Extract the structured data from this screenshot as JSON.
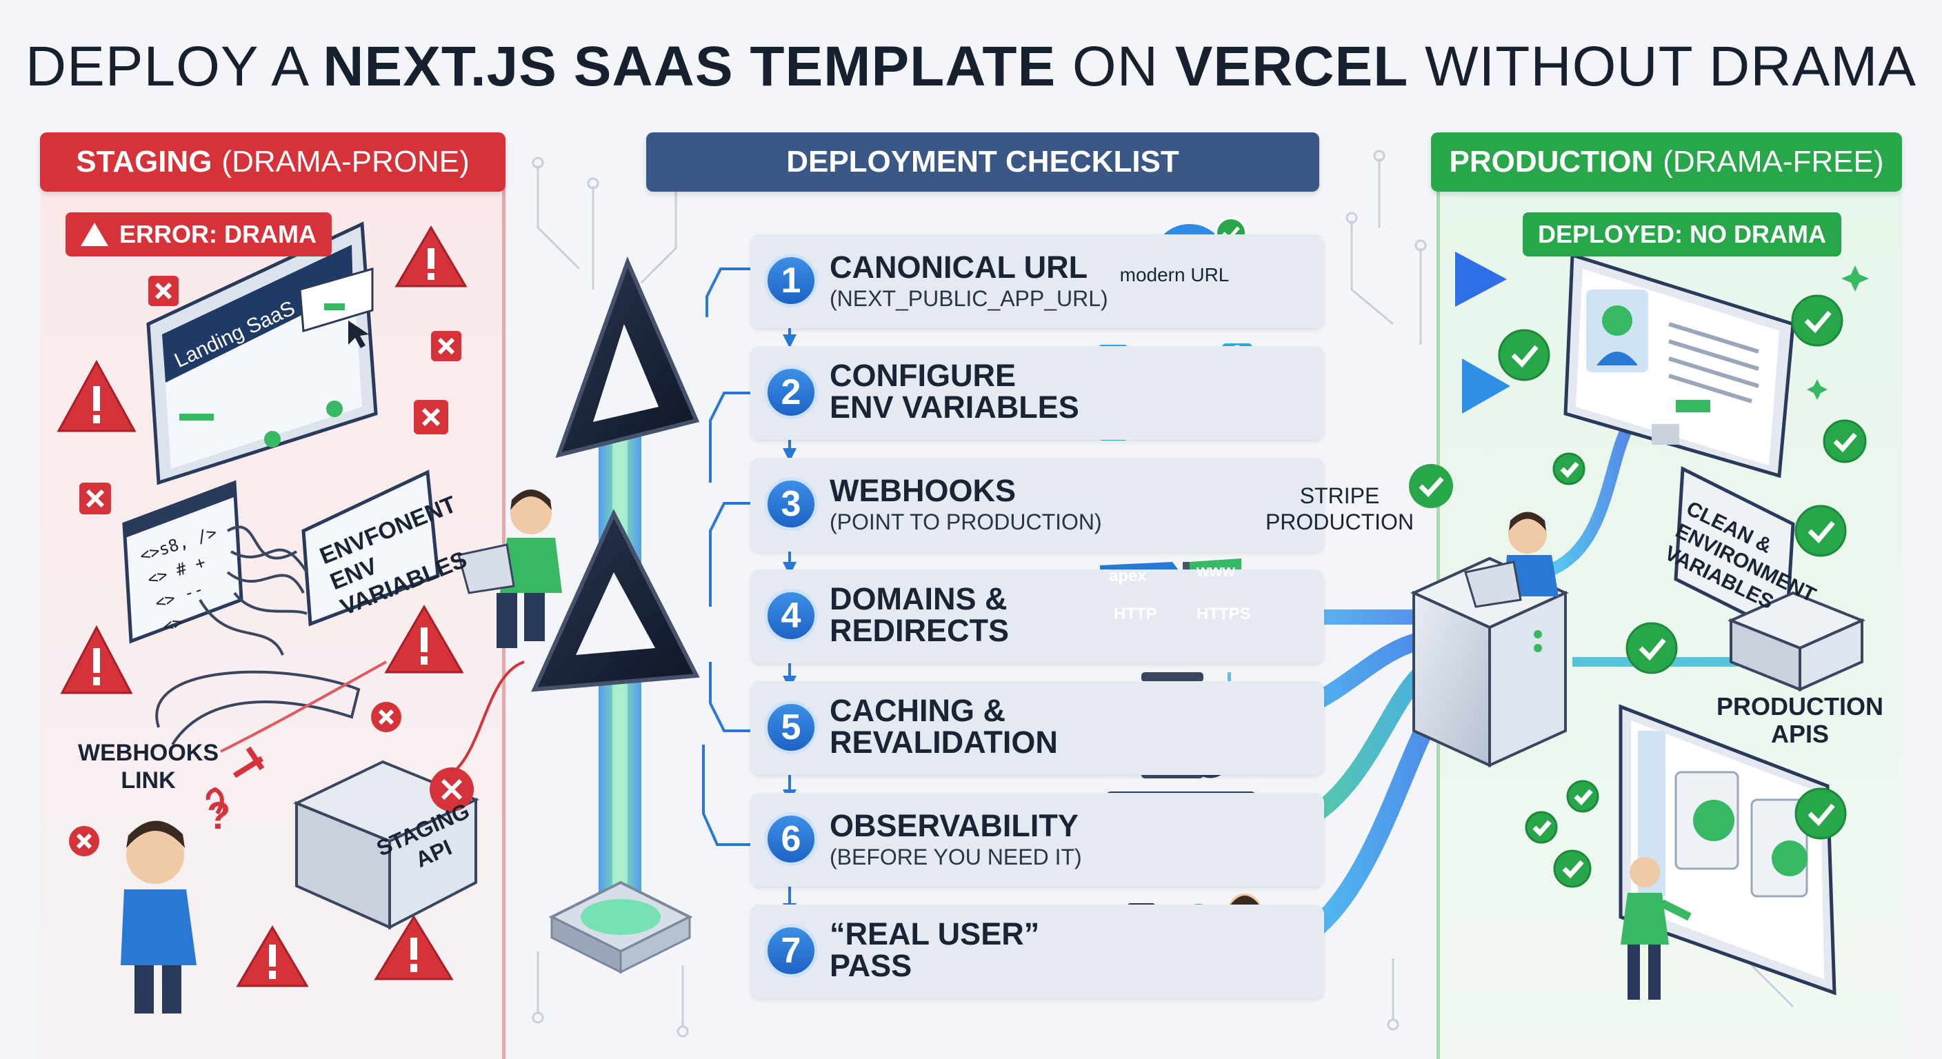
{
  "title": {
    "part1": "DEPLOY A ",
    "part2": "NEXT.JS SAAS TEMPLATE",
    "part3": " ON ",
    "part4": "VERCEL",
    "part5": " WITHOUT DRAMA"
  },
  "staging": {
    "header_bold": "STAGING",
    "header_rest": "(DRAMA-PRONE)",
    "error_badge": "ERROR: DRAMA",
    "screen_text": "Landing SaaS",
    "code_text": "<>s8, />\n<> # +\n<> -- \n<>",
    "env_note": "ENVFONENT\nENV\nVARIABLES",
    "webhooks_label": "WEBHOOKS\nLINK",
    "api_label": "STAGING\nAPI",
    "question": "?"
  },
  "checklist": {
    "header": "DEPLOYMENT CHECKLIST",
    "steps": [
      {
        "num": "1",
        "title": "CANONICAL URL",
        "sub": "(NEXT_PUBLIC_APP_URL)"
      },
      {
        "num": "2",
        "title": "CONFIGURE\nENV VARIABLES",
        "sub": ""
      },
      {
        "num": "3",
        "title": "WEBHOOKS",
        "sub": "(POINT TO PRODUCTION)"
      },
      {
        "num": "4",
        "title": "DOMAINS &\nREDIRECTS",
        "sub": ""
      },
      {
        "num": "5",
        "title": "CACHING &\nREVALIDATION",
        "sub": ""
      },
      {
        "num": "6",
        "title": "OBSERVABILITY",
        "sub": "(BEFORE YOU NEED IT)"
      },
      {
        "num": "7",
        "title": "“REAL USER”\nPASS",
        "sub": ""
      }
    ],
    "url_pill": "modern URL",
    "stripe_label": "STRIPE\nPRODUCTION",
    "sign_apex": "apex",
    "sign_www": "www",
    "sign_http": "HTTP",
    "sign_https": "HTTPS"
  },
  "production": {
    "header_bold": "PRODUCTION",
    "header_rest": "(DRAMA-FREE)",
    "deployed_badge": "DEPLOYED: NO DRAMA",
    "env_card": "CLEAN &\nENVIRONMENT\nVARIABLES",
    "apis_label": "PRODUCTION\nAPIS"
  },
  "colors": {
    "staging_red": "#d6323a",
    "checklist_blue": "#3a5785",
    "production_green": "#27a74a",
    "step_number_blue": "#2a78d6",
    "flow_blue": "#2f7de8",
    "flow_green": "#36c26a"
  },
  "icons": [
    "warning-icon",
    "close-icon",
    "check-icon",
    "vercel-triangle-icon",
    "globe-icon",
    "cursor-icon",
    "server-icon",
    "lock-icon",
    "chain-link-icon",
    "signpost-icon",
    "hourglass-icon",
    "clock-icon",
    "dashboard-icon",
    "eye-icon",
    "clipboard-icon",
    "laptop-icon",
    "sparkle-icon"
  ]
}
